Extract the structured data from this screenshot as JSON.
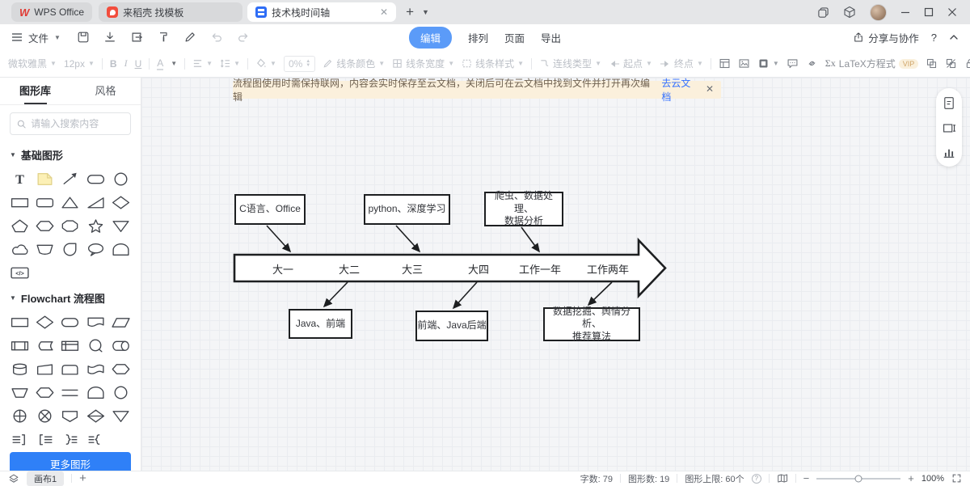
{
  "titlebar": {
    "tabs": [
      {
        "label": "WPS Office"
      },
      {
        "label": "来稻壳 找模板"
      },
      {
        "label": "技术栈时间轴"
      }
    ]
  },
  "menubar": {
    "file": "文件",
    "tabs": [
      "编辑",
      "排列",
      "页面",
      "导出"
    ],
    "share": "分享与协作",
    "help": "?"
  },
  "toolbar": {
    "font_family": "微软雅黑",
    "font_size": "12px",
    "bold": "B",
    "italic": "I",
    "underline": "U",
    "font_color": "A",
    "opacity": "0%",
    "line_color": "线条颜色",
    "line_width": "线条宽度",
    "line_style": "线条样式",
    "connector_type": "连线类型",
    "line_start": "起点",
    "line_end": "终点",
    "latex": "LaTeX方程式",
    "vip": "VIP"
  },
  "sidebar": {
    "tabs": [
      {
        "label": "图形库"
      },
      {
        "label": "风格"
      }
    ],
    "search_placeholder": "请输入搜索内容",
    "sections": [
      {
        "title": "基础图形",
        "shapes": [
          "text",
          "sticky-note",
          "arrow",
          "stadium",
          "circle",
          "rectangle",
          "rounded-rectangle",
          "triangle",
          "right-triangle",
          "diamond",
          "pentagon",
          "hexagon",
          "octagon",
          "star",
          "triangle-down",
          "cloud",
          "banner",
          "teardrop",
          "speech-bubble",
          "round-top-rectangle",
          "code-block"
        ]
      },
      {
        "title": "Flowchart 流程图",
        "shapes": [
          "process",
          "decision",
          "terminator",
          "document",
          "data",
          "predefined-process",
          "stored-data",
          "internal-storage",
          "connector-tail",
          "direct-access-storage",
          "database",
          "manual-operation",
          "alternate-process",
          "tape",
          "preparation",
          "trapezoid",
          "hexagon-2",
          "parallel-mode",
          "display",
          "connector",
          "or-junction",
          "summing-junction",
          "off-page-connector",
          "decision-split",
          "merge",
          "bracket-right",
          "bracket-left",
          "brace-left",
          "brace-right"
        ]
      }
    ],
    "more_button": "更多图形"
  },
  "banner": {
    "text": "流程图使用时需保持联网，内容会实时保存至云文档，关闭后可在云文档中找到文件并打开再次编辑",
    "link": "去云文档"
  },
  "diagram": {
    "top_boxes": [
      {
        "line1": "C语言、Office"
      },
      {
        "line1": "python、深度学习"
      },
      {
        "line1": "爬虫、数据处理、",
        "line2": "数据分析"
      }
    ],
    "timeline_stages": [
      "大一",
      "大二",
      "大三",
      "大四",
      "工作一年",
      "工作两年"
    ],
    "bottom_boxes": [
      {
        "line1": "Java、前端"
      },
      {
        "line1": "前端、Java后端"
      },
      {
        "line1": "数据挖掘、舆情分析、",
        "line2": "推荐算法"
      }
    ]
  },
  "statusbar": {
    "canvas_tab": "画布1",
    "stats": [
      "字数: 79",
      "图形数: 19",
      "图形上限: 60个"
    ],
    "zoom_level": "100%"
  }
}
